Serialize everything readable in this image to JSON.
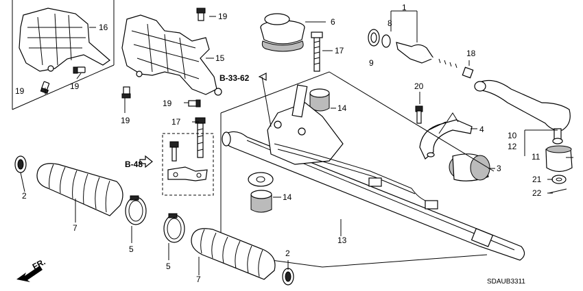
{
  "labels": {
    "p1": "1",
    "p2a": "2",
    "p2b": "2",
    "p3": "3",
    "p4": "4",
    "p5a": "5",
    "p5b": "5",
    "p6": "6",
    "p7a": "7",
    "p7b": "7",
    "p8": "8",
    "p9": "9",
    "p10": "10",
    "p11": "11",
    "p12": "12",
    "p13": "13",
    "p14a": "14",
    "p14b": "14",
    "p15": "15",
    "p16": "16",
    "p17a": "17",
    "p17b": "17",
    "p18": "18",
    "p19a": "19",
    "p19b": "19",
    "p19c": "19",
    "p19d": "19",
    "p19e": "19",
    "p20": "20",
    "p21": "21",
    "p22": "22"
  },
  "refs": {
    "b3362": "B-33-62",
    "b48": "B-48"
  },
  "direction_label": "FR.",
  "diagram_code": "SDAUB3311"
}
